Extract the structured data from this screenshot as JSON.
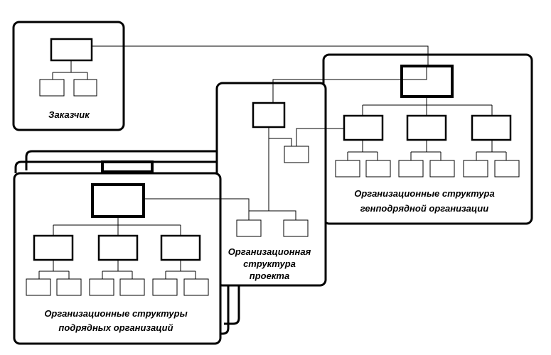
{
  "labels": {
    "customer": "Заказчик",
    "general_contractor_line1": "Организационные структура",
    "general_contractor_line2": "генподрядной организации",
    "project_line1": "Организационная",
    "project_line2": "структура",
    "project_line3": "проекта",
    "subcontractors_line1": "Организационные структуры",
    "subcontractors_line2": "подрядных организаций"
  },
  "colors": {
    "stroke": "#000000",
    "background": "#ffffff"
  }
}
